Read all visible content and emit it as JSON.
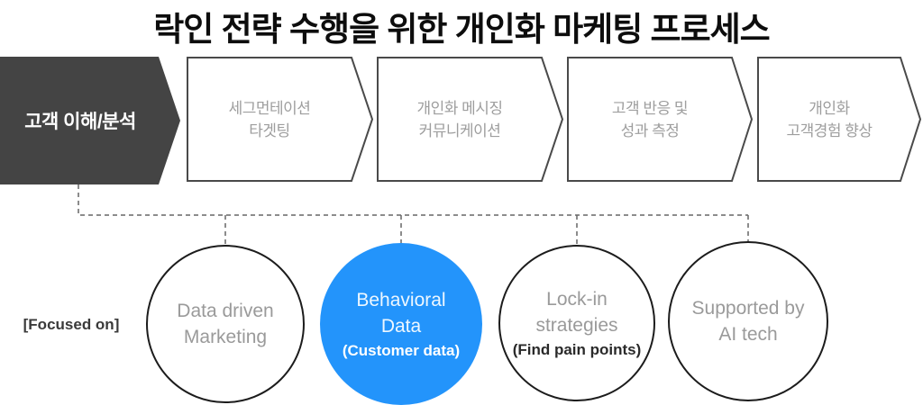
{
  "title": "락인 전략 수행을 위한 개인화 마케팅 프로세스",
  "process_steps": [
    {
      "lines": [
        "고객 이해/분석"
      ],
      "highlighted": true
    },
    {
      "lines": [
        "세그먼테이션",
        "타겟팅"
      ],
      "highlighted": false
    },
    {
      "lines": [
        "개인화 메시징",
        "커뮤니케이션"
      ],
      "highlighted": false
    },
    {
      "lines": [
        "고객 반응 및",
        "성과 측정"
      ],
      "highlighted": false
    },
    {
      "lines": [
        "개인화",
        "고객경험 향상"
      ],
      "highlighted": false
    }
  ],
  "focused_on_label": "[Focused on]",
  "focus_circles": [
    {
      "lines": [
        "Data driven",
        "Marketing"
      ],
      "subtext": "",
      "highlighted": false
    },
    {
      "lines": [
        "Behavioral",
        "Data"
      ],
      "subtext": "(Customer data)",
      "highlighted": true
    },
    {
      "lines": [
        "Lock-in",
        "strategies"
      ],
      "subtext": "(Find pain points)",
      "highlighted": false
    },
    {
      "lines": [
        "Supported by",
        "AI tech"
      ],
      "subtext": "",
      "highlighted": false
    }
  ],
  "colors": {
    "highlight_blue": "#2394FB",
    "dark_step_fill": "#444444",
    "chevron_border": "#4a4a4a",
    "circle_border": "#1c1c1c",
    "connector_gray": "#666666",
    "muted_text": "#9a9a9a"
  }
}
